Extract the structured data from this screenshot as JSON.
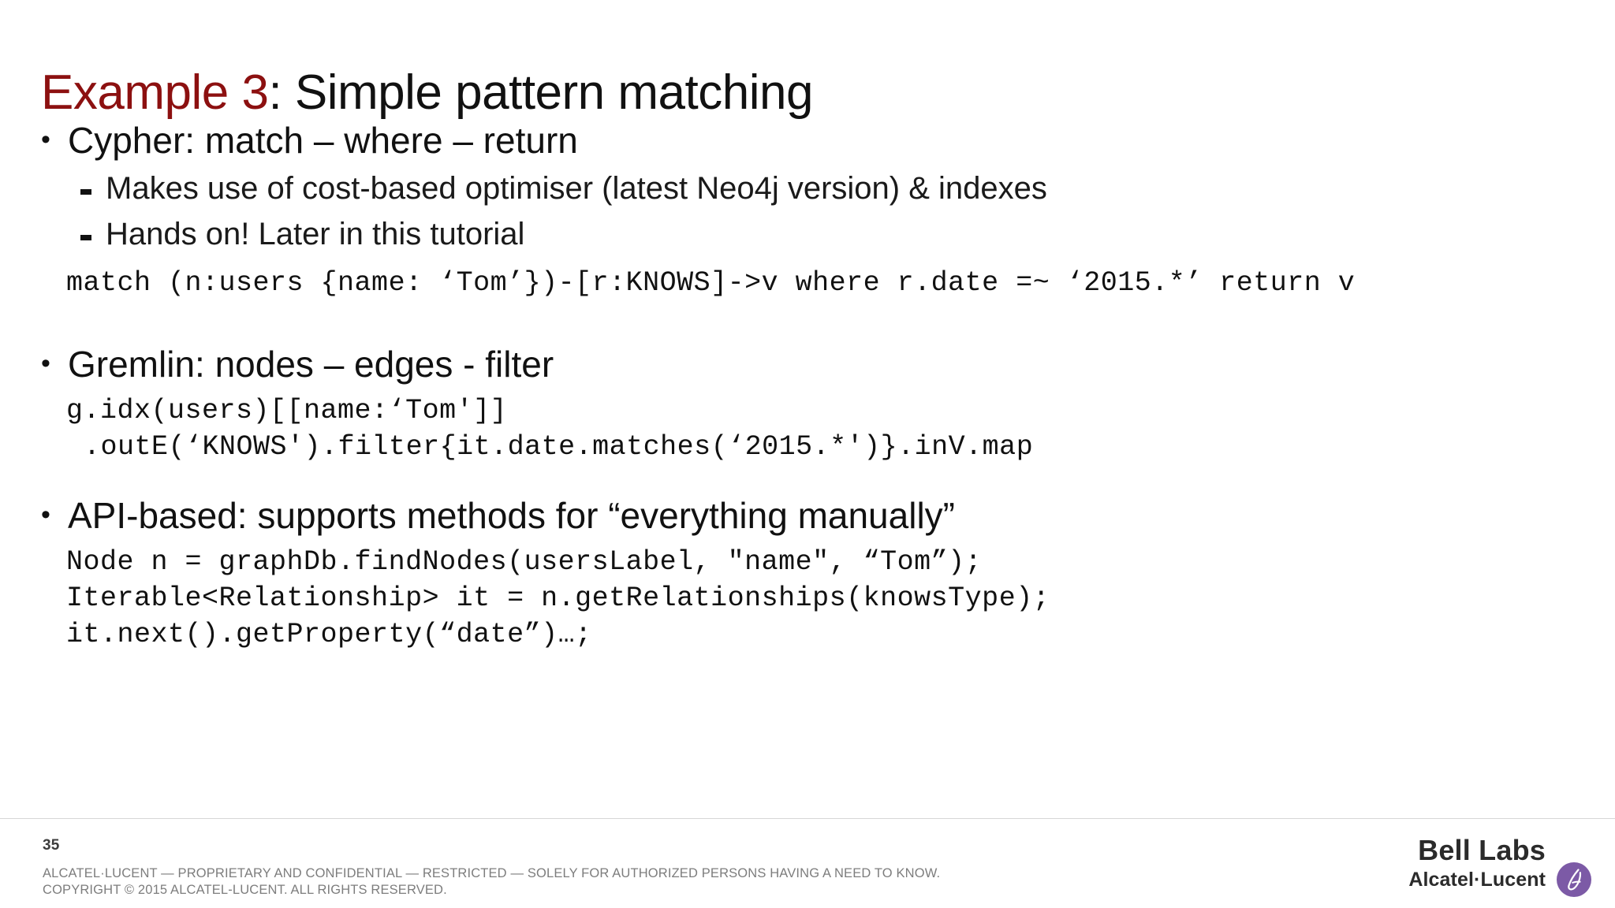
{
  "slide": {
    "title": {
      "accent": "Example 3",
      "rest": ": Simple pattern matching"
    },
    "blocks": {
      "cypher": {
        "bullet": "Cypher: match – where – return",
        "sub1": "Makes use of cost-based optimiser (latest Neo4j version) & indexes",
        "sub2": "Hands on! Later in this tutorial",
        "code1": "match (n:users {name: ‘Tom’})-[r:KNOWS]->v where r.date =~ ‘2015.*’ return v"
      },
      "gremlin": {
        "bullet": "Gremlin: nodes – edges - filter",
        "code1": "g.idx(users)[[name:‘Tom']]",
        "code2": ".outE(‘KNOWS').filter{it.date.matches(‘2015.*')}.inV.map"
      },
      "api": {
        "bullet": "API-based: supports methods for “everything manually”",
        "code1": "Node n = graphDb.findNodes(usersLabel, \"name\", “Tom”);",
        "code2": "Iterable<Relationship> it = n.getRelationships(knowsType);",
        "code3": "it.next().getProperty(“date”)…;"
      }
    }
  },
  "footer": {
    "page_number": "35",
    "legal_line1": "ALCATEL·LUCENT — PROPRIETARY AND CONFIDENTIAL — RESTRICTED — SOLELY FOR AUTHORIZED PERSONS HAVING A NEED TO KNOW.",
    "legal_line2": "COPYRIGHT © 2015 ALCATEL-LUCENT. ALL RIGHTS RESERVED.",
    "logo": {
      "line1": "Bell Labs",
      "line2": "Alcatel·Lucent",
      "mark_name": "alcatel-lucent-roundel",
      "mark_color": "#7c5aa6"
    }
  },
  "colors": {
    "title_accent": "#8c1010",
    "title_rest": "#111111",
    "body_text": "#111111",
    "legal_text": "#7d7d7d",
    "rule": "#d7d7d7"
  }
}
